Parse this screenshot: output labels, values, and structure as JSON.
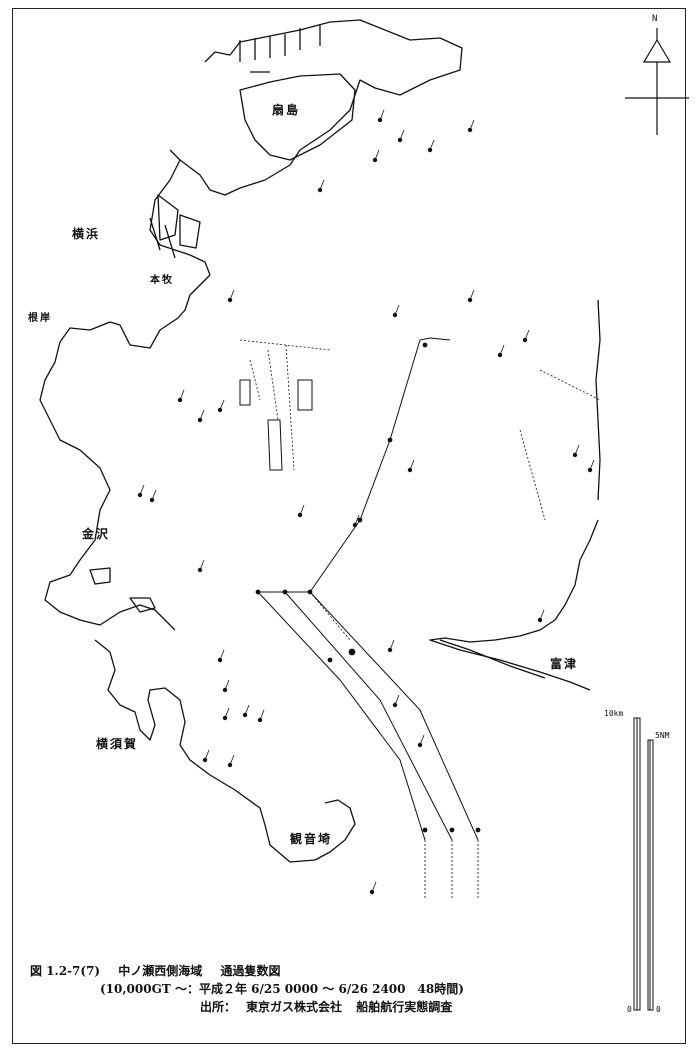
{
  "places": {
    "ogishima": "扇島",
    "yokohama": "横浜",
    "honmoku": "本牧",
    "negishi": "根岸",
    "kanazawa": "金沢",
    "yokosuka": "横須賀",
    "kannonzaki": "観音埼",
    "futtsu": "富津"
  },
  "compass": {
    "north_label": "N"
  },
  "scale": {
    "km_top": "10km",
    "km_bottom": "0",
    "nm_top": "5NM",
    "nm_bottom": "0"
  },
  "caption": {
    "figure_no": "図 1.2-7(7)",
    "title": "中ノ瀬西側海域",
    "subtitle": "通過隻数図",
    "period": "(10,000GT ～：平成２年 6/25 0000 ～ 6/26 2400　48時間)",
    "source_label": "出所：",
    "source_org": "東京ガス株式会社",
    "source_doc": "船舶航行実態調査"
  },
  "colors": {
    "ink": "#111111",
    "paper": "#ffffff"
  }
}
